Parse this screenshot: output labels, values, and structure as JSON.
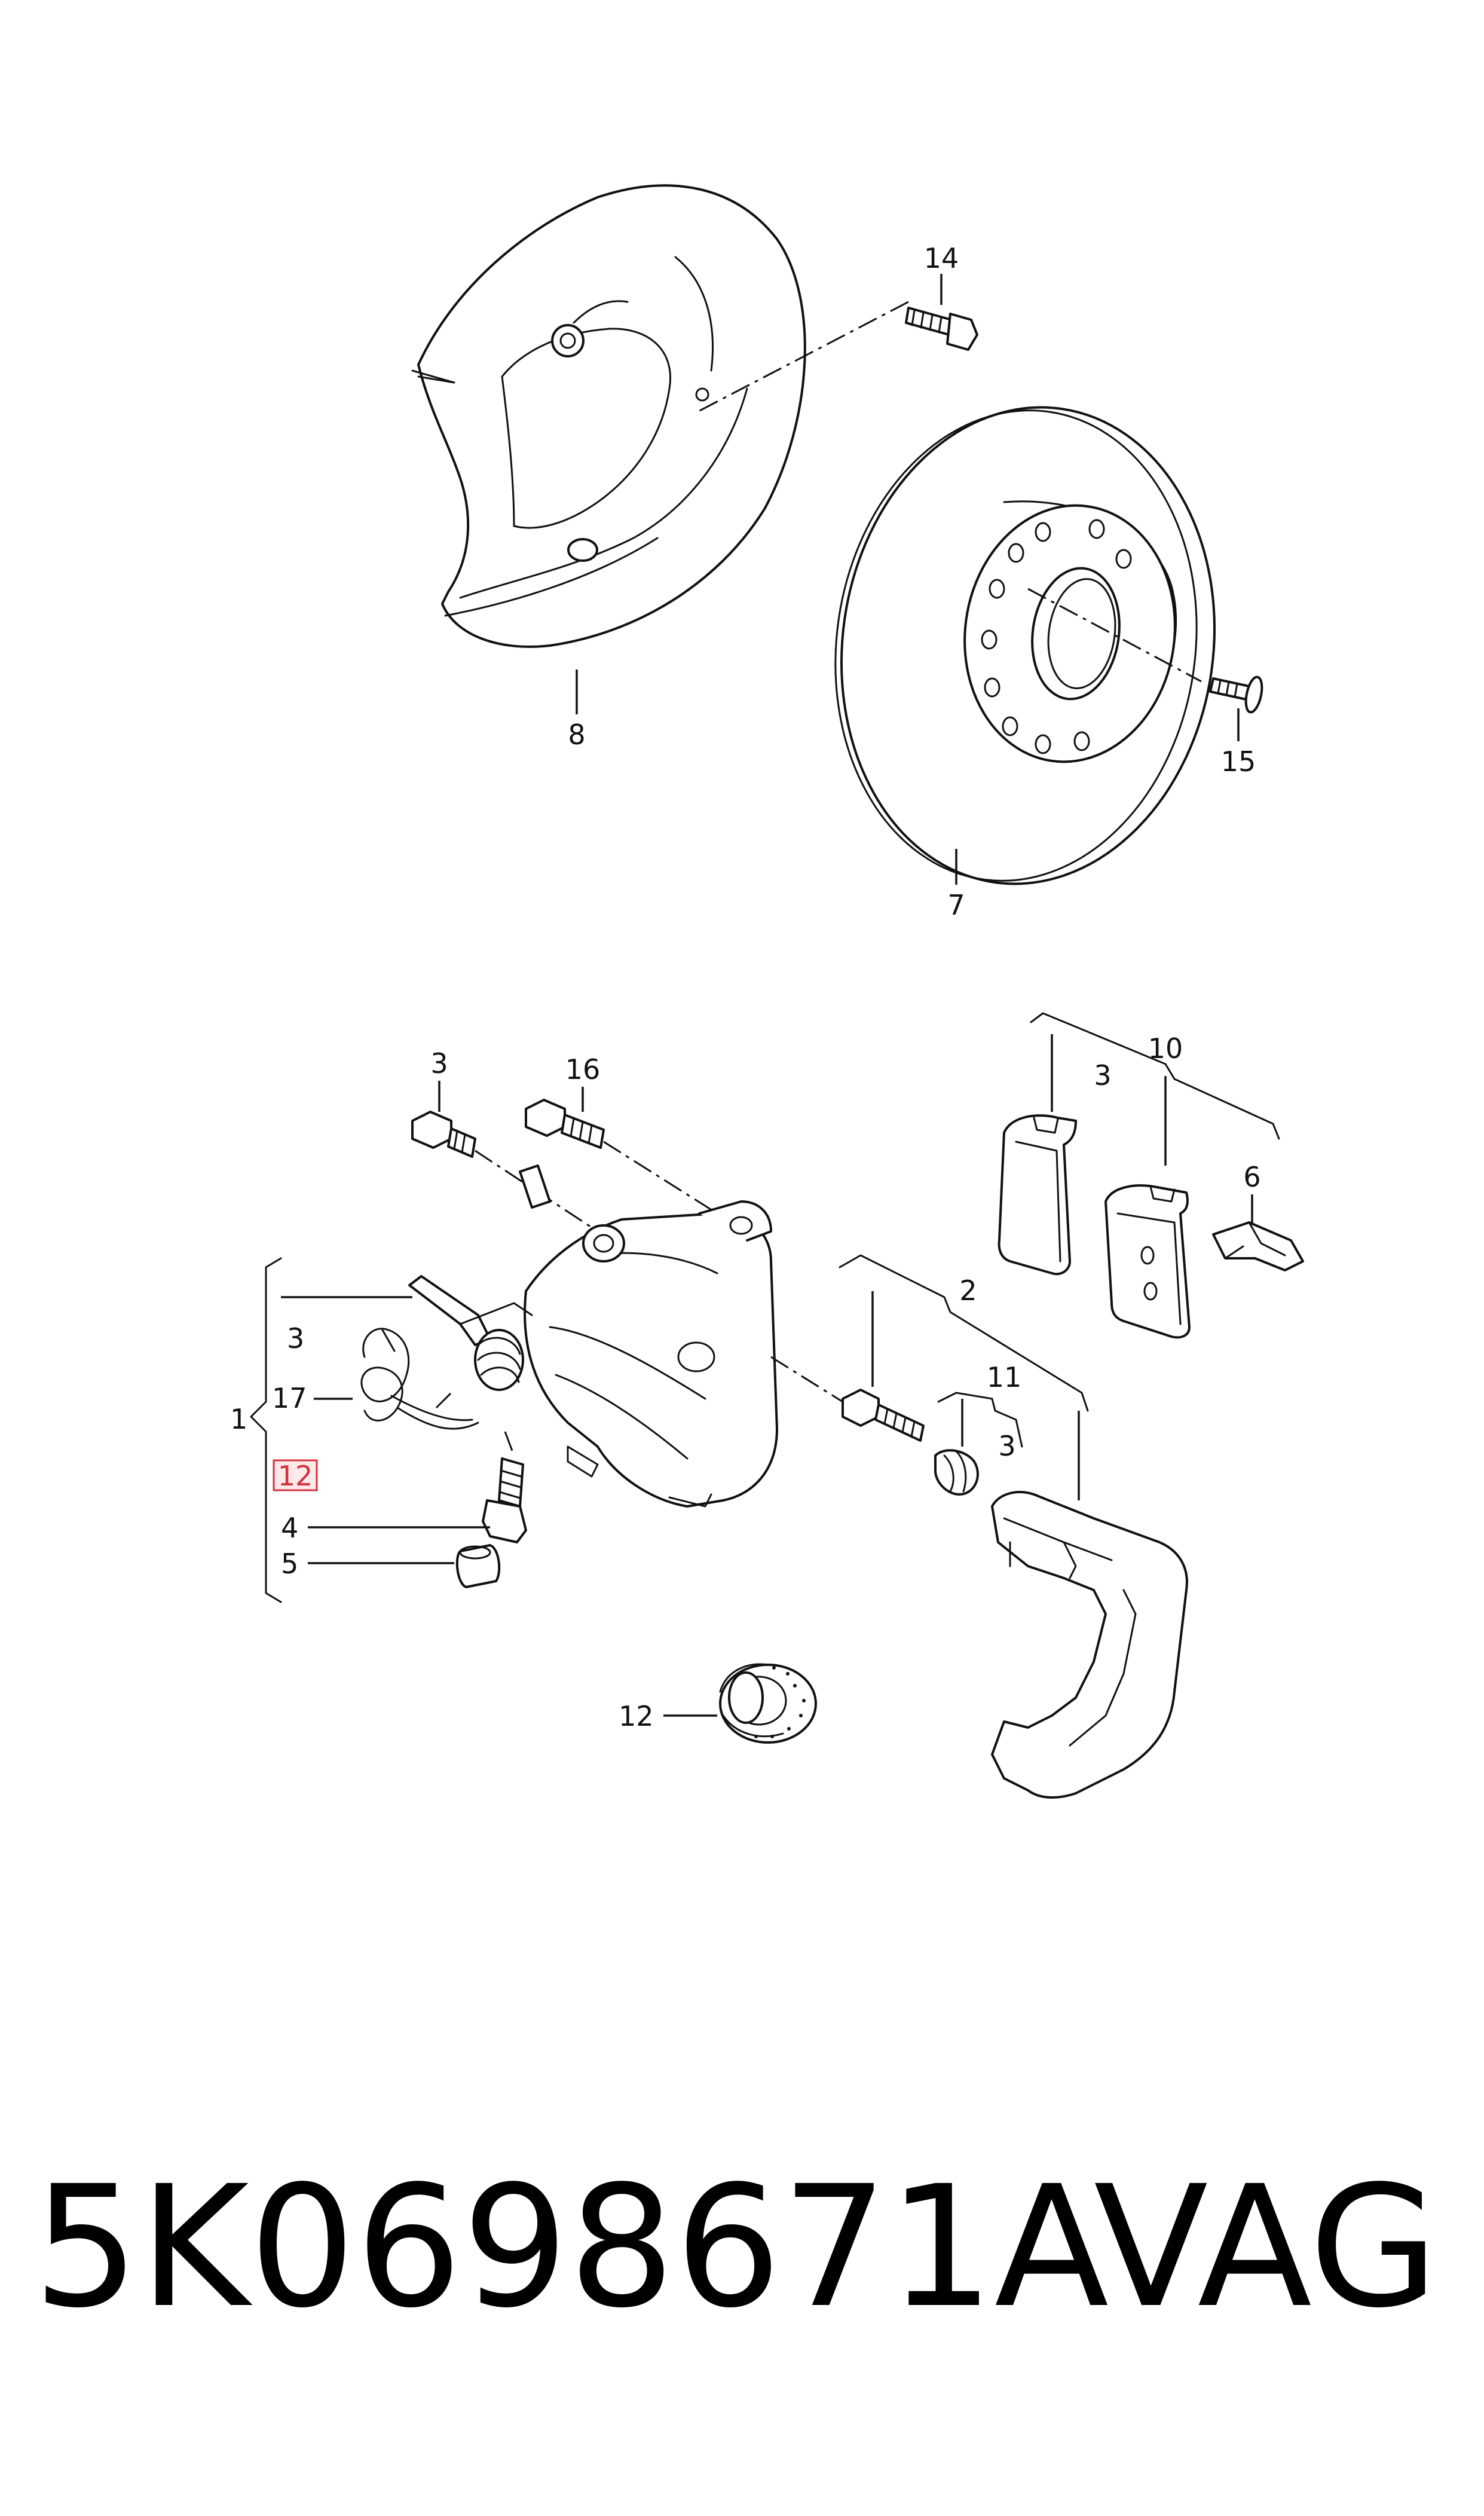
{
  "callouts": {
    "c14": "14",
    "c8": "8",
    "c15": "15",
    "c7": "7",
    "c3_bolt": "3",
    "c16": "16",
    "c10": "10",
    "c3_pads": "3",
    "c6": "6",
    "c3_kit": "3",
    "c17": "17",
    "c1": "1",
    "c12_boxed": "12",
    "c4": "4",
    "c5": "5",
    "c2": "2",
    "c11": "11",
    "c3_pin": "3",
    "c12": "12"
  },
  "highlight_color": "#d2323c",
  "footer": {
    "part_number": "5K0698671A",
    "brand": "VAG"
  }
}
